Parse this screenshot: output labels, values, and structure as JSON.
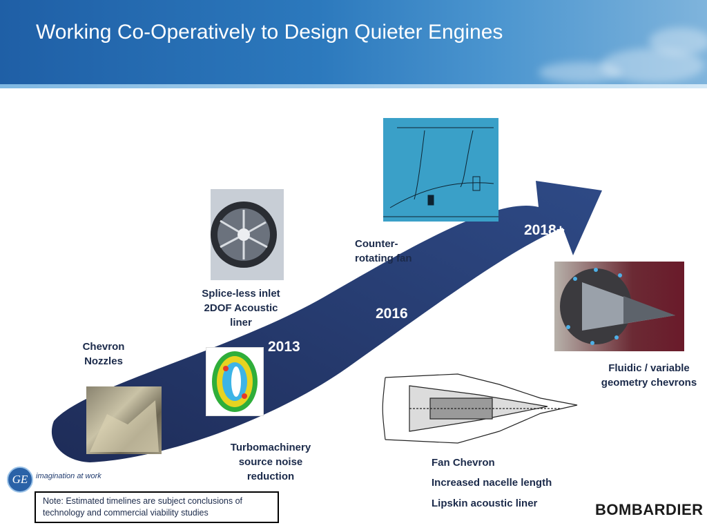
{
  "title": "Working Co-Operatively to Design Quieter Engines",
  "years": {
    "y2013": "2013",
    "y2016": "2016",
    "y2018": "2018+"
  },
  "labels": {
    "chevron_nozzles": "Chevron Nozzles",
    "splice_less": "Splice-less inlet 2DOF Acoustic liner",
    "counter_rotating": "Counter-rotating fan",
    "turbomachinery": "Turbomachinery source  noise reduction",
    "fluidic": "Fluidic / variable geometry chevrons",
    "fan_chevron": "Fan Chevron",
    "nacelle": "Increased nacelle length",
    "lipskin": "Lipskin acoustic liner"
  },
  "note": "Note: Estimated timelines are subject conclusions of technology and commercial viability studies",
  "logos": {
    "ge_tagline": "imagination at work",
    "ge_mark": "GE",
    "bombardier": "BOMBARDIER"
  },
  "colors": {
    "arrow": "#1f2f5c",
    "header": "#2c79bd",
    "text": "#1b2a4a"
  }
}
